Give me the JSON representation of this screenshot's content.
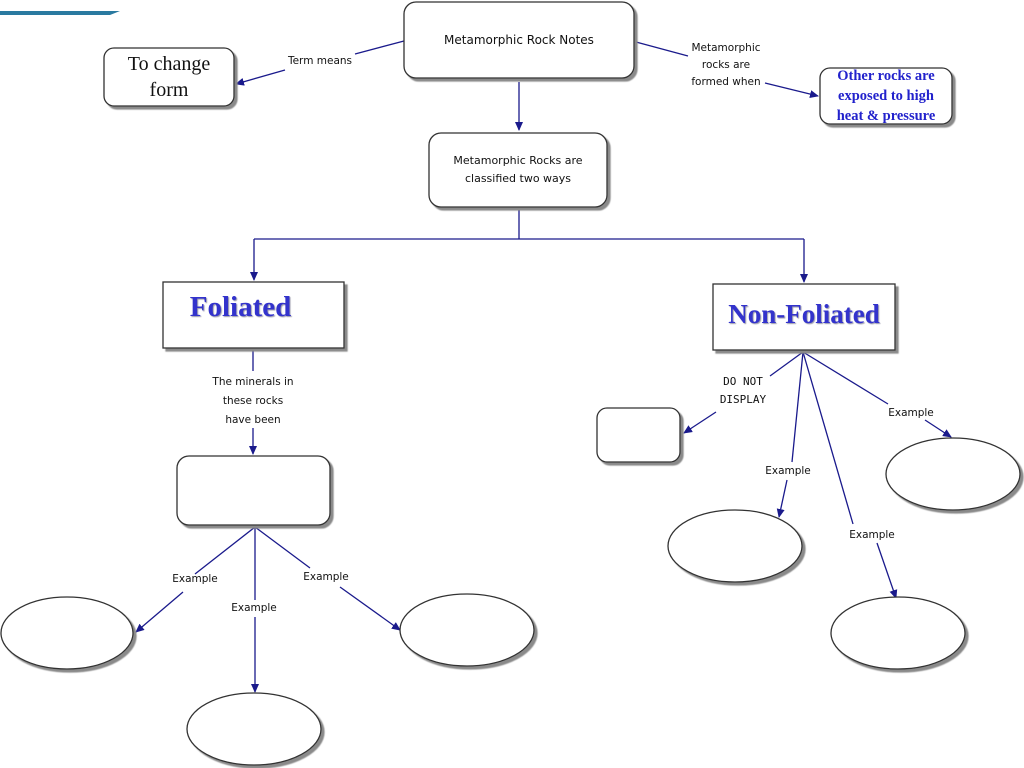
{
  "title_node": "Metamorphic Rock Notes",
  "term_means_label": "Term means",
  "term_meaning": "To change\nform",
  "formed_when_label": "Metamorphic\nrocks are\nformed when",
  "formed_when_answer": "Other rocks are\nexposed to high\nheat & pressure",
  "classified_node": "Metamorphic Rocks are\nclassified two ways",
  "foliated": {
    "title": "Foliated",
    "minerals_label": "The minerals in\nthese rocks\nhave been",
    "minerals_answer": "",
    "example_labels": [
      "Example",
      "Example",
      "Example"
    ],
    "examples": [
      "",
      "",
      ""
    ]
  },
  "non_foliated": {
    "title": "Non-Foliated",
    "do_not_display_label": "DO NOT\nDISPLAY",
    "do_not_display_answer": "",
    "example_labels": [
      "Example",
      "Example",
      "Example"
    ],
    "examples": [
      "",
      "",
      ""
    ]
  },
  "colors": {
    "arrow": "#1a1a8c",
    "accent_blue": "#3333cc",
    "box_border": "#333333",
    "shadow": "#8a8a8a"
  }
}
